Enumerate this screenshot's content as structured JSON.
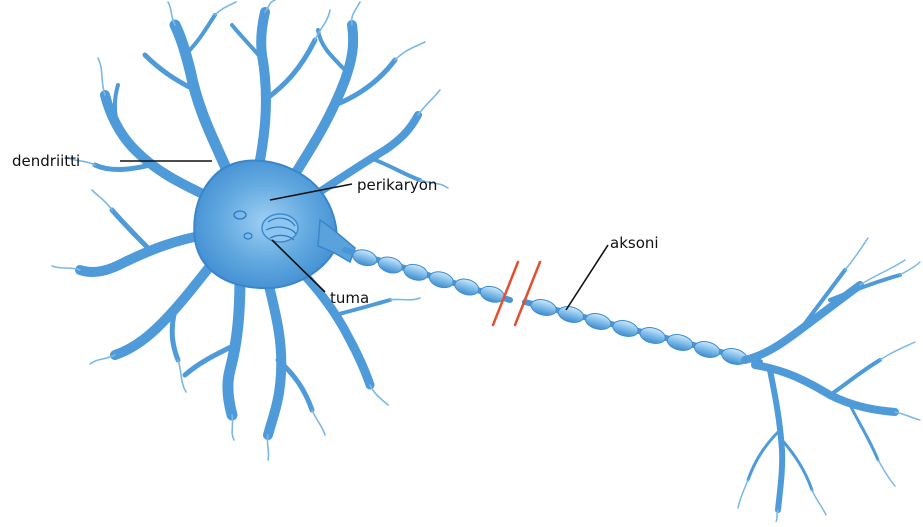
{
  "diagram": {
    "labels": {
      "dendrite": "dendriitti",
      "perikaryon": "perikaryon",
      "nucleus": "tuma",
      "axon": "aksoni"
    },
    "colors": {
      "cell_fill": "#5aa2dc",
      "cell_light": "#a9d3f2",
      "cell_dark": "#2f78bf",
      "myelin": "#8cc4ee",
      "break_mark": "#e2502f",
      "leader_line": "#111111"
    }
  }
}
